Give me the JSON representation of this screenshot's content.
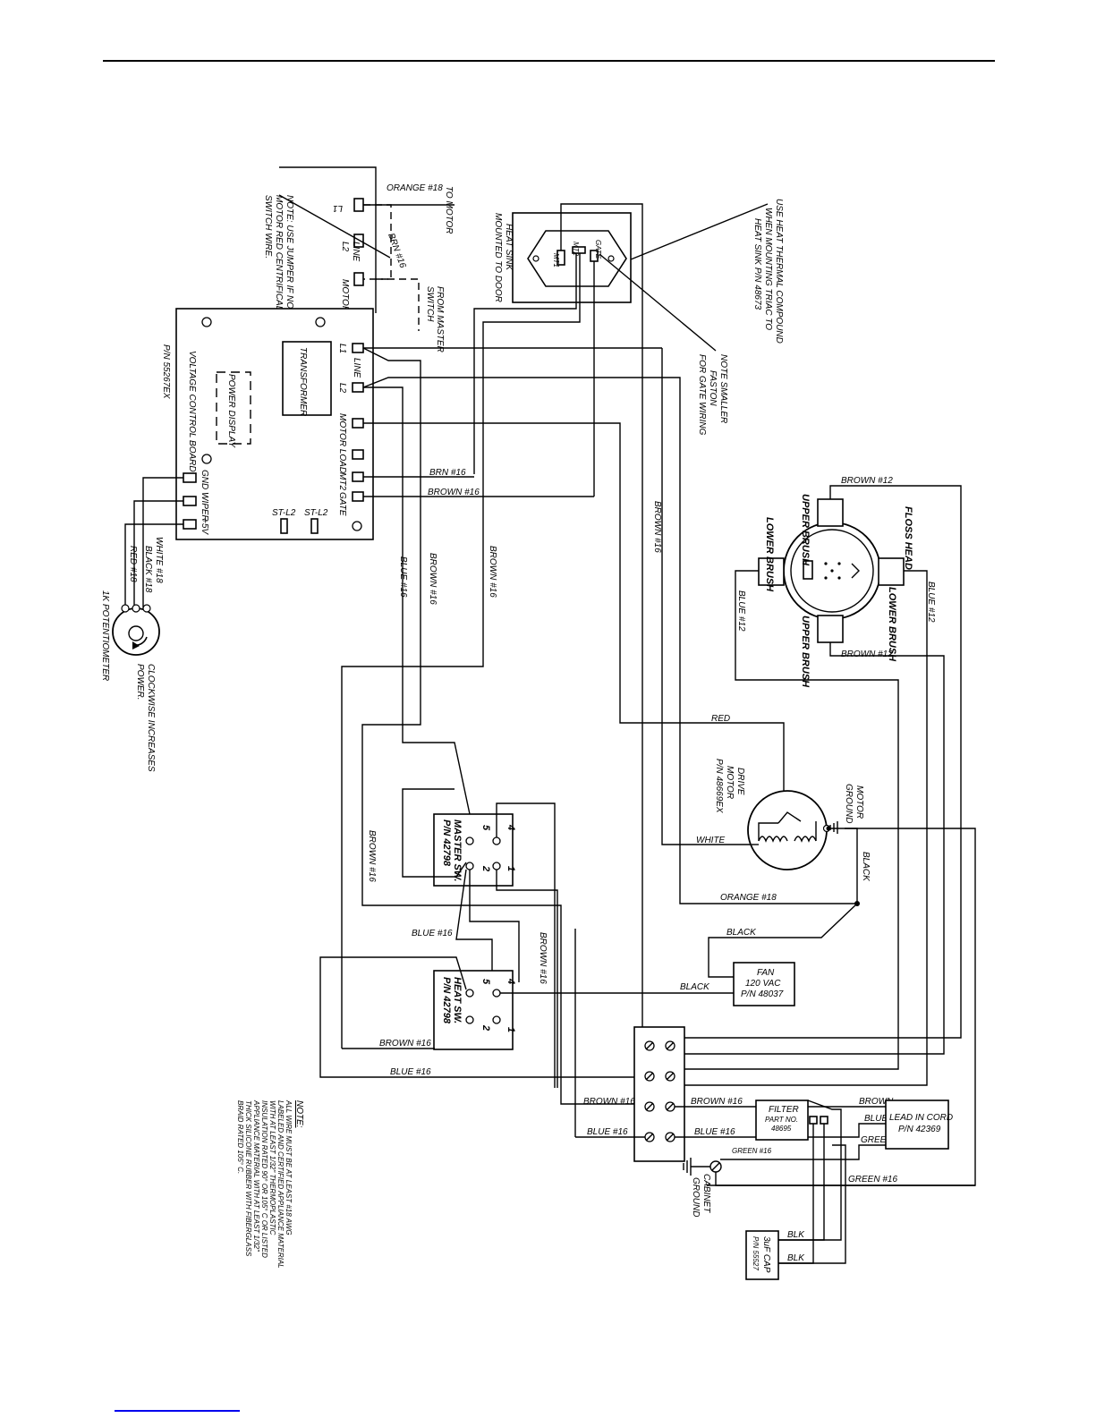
{
  "labels": {
    "orange18_top": "ORANGE #18",
    "to_motor": "TO MOTOR",
    "l1_top": "L1",
    "line_top": "LINE",
    "l2_top": "L2",
    "motor_top": "MOTOR",
    "brn16_top": "BRN #16",
    "from_master": "FROM MASTER",
    "switch_word": "SWITCH",
    "note_line1": "NOTE: USE JUMPER IF NO",
    "note_line2": "MOTOR RED CENTRIFICAL",
    "note_line3": "SWITCH WIRE.",
    "heat_sink_1": "HEAT SINK",
    "heat_sink_2": "MOUNTED TO DOOR",
    "mt1": "MT1",
    "mt2": "MT2",
    "gate": "GATE",
    "thermal_1": "USE HEAT THERMAL COMPOUND",
    "thermal_2": "WHEN MOUNTING TRIAC TO",
    "thermal_3": "HEAT SINK P/N 48673",
    "faston_1": "NOTE SMALLER",
    "faston_2": "FASTON",
    "faston_3": "FOR GATE WIRING",
    "transformer": "TRANSFORMER",
    "power_display": "POWER DISPLAY",
    "board_name": "VOLTAGE CONTROL BOARD",
    "board_pn": "P/N 55267EX",
    "bl1": "L1",
    "bline": "LINE",
    "bl2": "L2",
    "bmotorload": "MOTOR LOAD",
    "bmt2": "MT2",
    "bgate": "GATE",
    "gnd": "GND",
    "wiper": "WIPER",
    "p5v": "+5V",
    "stl2a": "ST-L2",
    "stl2b": "ST-L2",
    "white18": "WHITE #18",
    "black18": "BLACK #18",
    "red18": "RED #18",
    "pot": "1K POTENTIOMETER",
    "clockwise_1": "CLOCKWISE INCREASES",
    "clockwise_2": "POWER.",
    "brn16_board": "BRN #16",
    "brown16_board": "BROWN #16",
    "blue16_v": "BLUE #16",
    "brown16_v1": "BROWN #16",
    "brown16_v2": "BROWN #16",
    "brown16_v3": "BROWN #16",
    "brown16_v4": "BROWN #16",
    "brown12_top": "BROWN #12",
    "brown12_bot": "BROWN #12",
    "upper_brush_top": "UPPER BRUSH",
    "upper_brush_bot": "UPPER BRUSH",
    "lower_brush_l": "LOWER BRUSH",
    "lower_brush_r": "LOWER BRUSH",
    "floss_head": "FLOSS HEAD",
    "blue12_l": "BLUE #12",
    "blue12_r": "BLUE #12",
    "red": "RED",
    "white": "WHITE",
    "drive_1": "DRIVE",
    "drive_2": "MOTOR",
    "drive_3": "P/N 48669EX",
    "motor_ground_1": "MOTOR",
    "motor_ground_2": "GROUND",
    "black_v": "BLACK",
    "orange18_mid": "ORANGE #18",
    "master_1": "MASTER SW.",
    "master_2": "P/N 42798",
    "heat_1": "HEAT SW.",
    "heat_2": "P/N 42798",
    "pin5": "5",
    "pin4": "4",
    "pin2": "2",
    "pin1": "1",
    "hpin5": "5",
    "hpin4": "4",
    "hpin2": "2",
    "hpin1": "1",
    "blue16_a": "BLUE #16",
    "brown16_b": "BROWN #16",
    "brown16_heat": "BROWN #16",
    "blue16_long": "BLUE #16",
    "black_fan": "BLACK",
    "black_fan2": "BLACK",
    "fan_1": "FAN",
    "fan_2": "120 VAC",
    "fan_3": "P/N 48037",
    "brown16_tb": "BROWN #16",
    "blue16_tb": "BLUE #16",
    "brown16_f": "BROWN #16",
    "blue16_f": "BLUE #16",
    "filter_1": "FILTER",
    "filter_2": "PART NO.",
    "filter_3": "48695",
    "brown_cord": "BROWN",
    "blue_cord": "BLUE",
    "green_cord": "GREEN",
    "lead_1": "LEAD IN CORD",
    "lead_2": "P/N 42369",
    "green16_a": "GREEN #16",
    "green16_b": "GREEN #16",
    "cabinet_1": "CABINET",
    "cabinet_2": "GROUND",
    "blk1": "BLK",
    "blk2": "BLK",
    "cap_1": "3uF CAP",
    "cap_2": "P/N 55527",
    "note_head": "NOTE:",
    "note_1": "ALL WIRE MUST BE AT LEAST #18 AWG",
    "note_2": "LABELED AND CERTIFIED APPLIANCE MATERIAL",
    "note_3": "WITH AT LEAST 1/32\" THERMOPLASTIC",
    "note_4": "INSULATION RATED 90° OR 105° C OR LISTED",
    "note_5": "APPLIANCE MATERIAL WITH AT LEAST 1/32\"",
    "note_6": "THICK SILICONE RUBBER WITH FIBERGLASS",
    "note_7": "BRAID RATED 105° C."
  }
}
